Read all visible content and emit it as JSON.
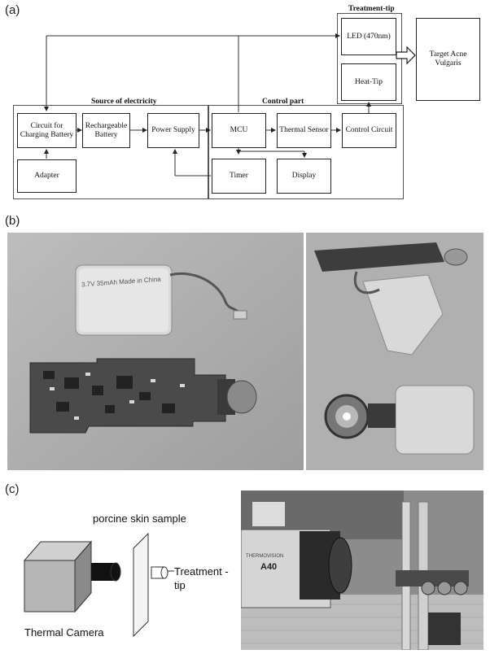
{
  "panels": {
    "a": "(a)",
    "b": "(b)",
    "c": "(c)"
  },
  "diagram": {
    "groups": {
      "source": "Source of electricity",
      "control": "Control part",
      "treatment": "Treatment-tip"
    },
    "boxes": {
      "charging_circuit": "Circuit for Charging Battery",
      "rechargeable_battery": "Rechargeable Battery",
      "power_supply": "Power Supply",
      "adapter": "Adapter",
      "mcu": "MCU",
      "thermal_sensor": "Thermal Sensor",
      "control_circuit": "Control Circuit",
      "timer": "Timer",
      "display": "Display",
      "led": "LED (470nm)",
      "heat_tip": "Heat-Tip",
      "target": "Target Acne Vulgaris"
    }
  },
  "photo_b": {
    "battery_print": "3.7V 35mAh Made in China"
  },
  "panel_c": {
    "skin_label": "porcine skin sample",
    "tip_label": "Treatment -tip",
    "camera_label": "Thermal Camera",
    "photo_brand": "THERMOVISION",
    "photo_model": "A40"
  }
}
